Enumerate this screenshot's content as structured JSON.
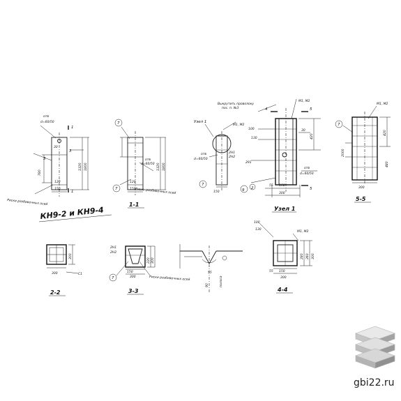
{
  "title": "КН9-2 и КН9-4",
  "sections": {
    "s11": "1-1",
    "s22": "2-2",
    "s33": "3-3",
    "s44": "4-4",
    "s55": "5-5",
    "node": "Узел 1"
  },
  "labels": {
    "otv": "отв",
    "d6050": "d=60/50",
    "riski": "Риски разбивочных осей",
    "riski2": "Риски разбивочных осей",
    "uzel1": "Узел 1",
    "m1m2": "М1, М2",
    "m1m2b": "М1, М2",
    "m1m2c": "М1, М2",
    "vykrutit": "Выкрутить проволоку",
    "poz3": "пос. п. №3",
    "n2": "2Н1",
    "n2b": "2Н2",
    "s100": "100",
    "s130": "130",
    "c1": "С1",
    "polka": "полоса",
    "c7": "7",
    "c7b": "7",
    "c7c": "7",
    "c7d": "7",
    "c9": "9",
    "c2": "2"
  },
  "dims": {
    "d30": "30",
    "d780": "780",
    "d1320": "1320",
    "d1800": "1800",
    "d120": "120",
    "d150": "150",
    "d150b": "150",
    "d300": "300",
    "d300b": "300",
    "d300c": "300",
    "d300d": "300",
    "d300e": "300",
    "d220": "220",
    "d420": "420",
    "d480": "480",
    "d420b": "420",
    "d2000": "2000",
    "d75": "75",
    "d90": "90",
    "d480b": "480",
    "d291": "291",
    "d55": "55",
    "d200": "200",
    "d280": "280",
    "d300f": "300",
    "d260": "260",
    "d55b": "55"
  },
  "marks": {
    "n1": "1",
    "n1b": "1",
    "n3": "3",
    "n3b": "3",
    "n4": "4",
    "n5": "5",
    "n5b": "5",
    "n2": "2"
  },
  "watermark": "gbi22.ru"
}
